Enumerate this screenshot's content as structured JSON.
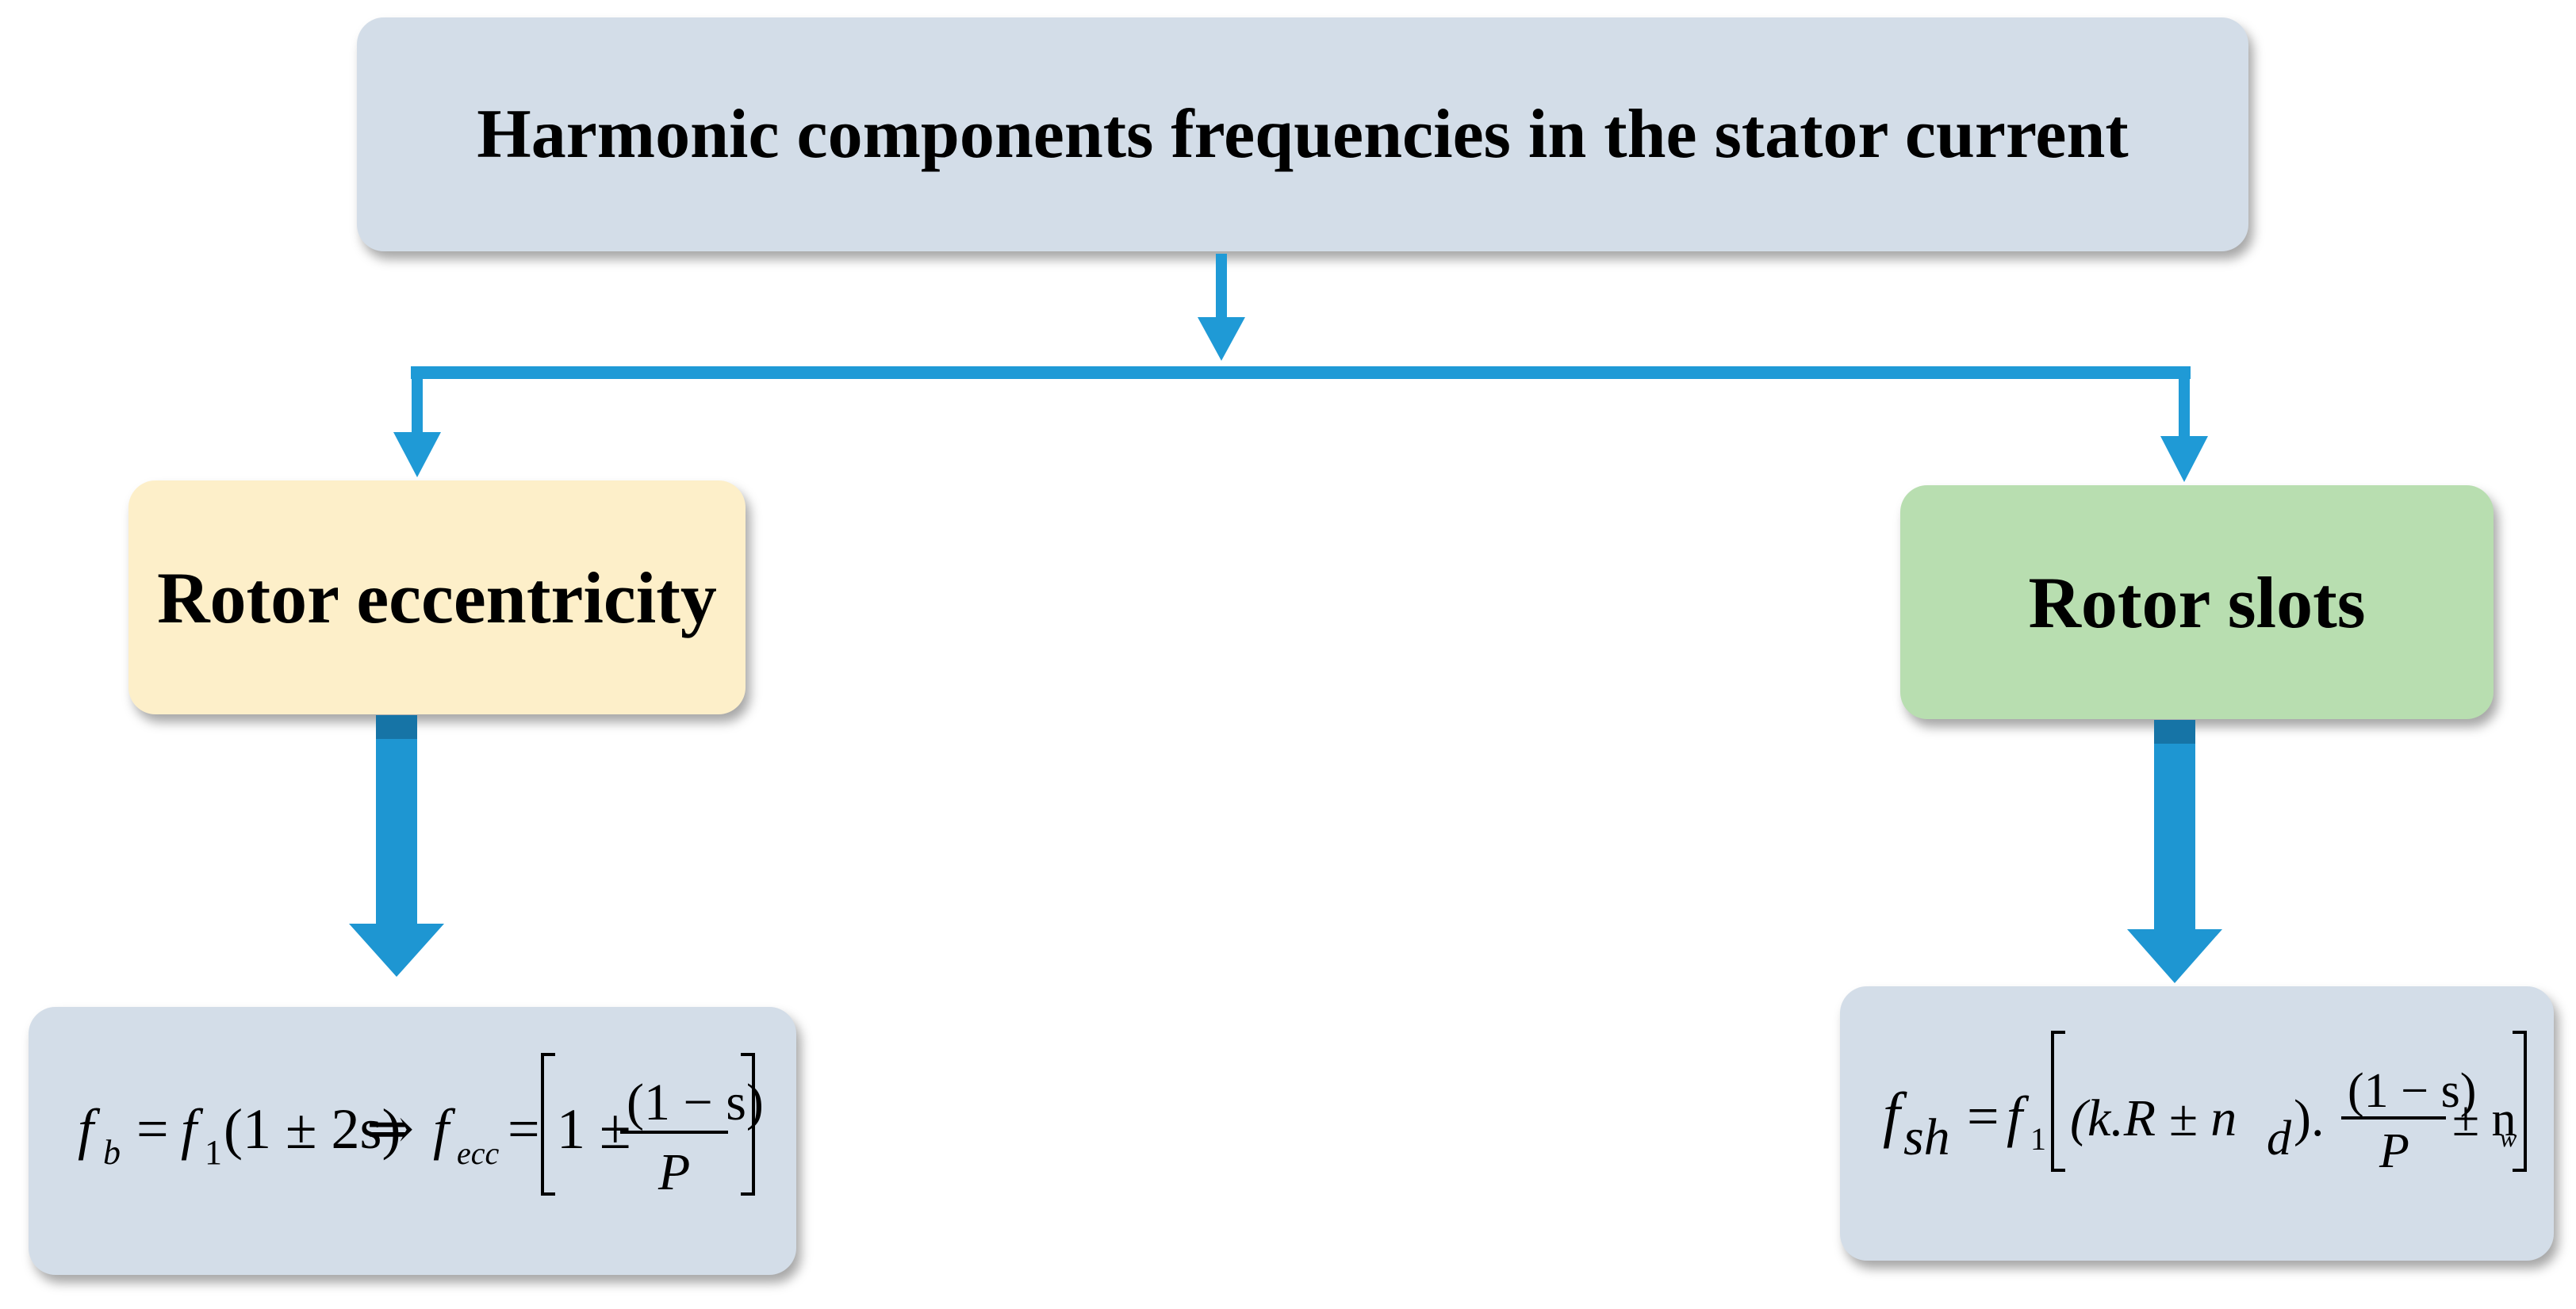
{
  "diagram": {
    "title": "Harmonic components frequencies in the stator current",
    "left_node": {
      "label": "Rotor eccentricity",
      "fill": "#fdefc9"
    },
    "right_node": {
      "label": "Rotor slots",
      "fill": "#b8deb0"
    },
    "connector_color": "#1f9ad6",
    "eq_box_fill": "#d3dde8",
    "equation_left": {
      "f": "f",
      "sub_b": "b",
      "eq": "=",
      "f1": "f",
      "sub_1": "1",
      "paren": "(1 ± 2s)",
      "implies": "⇒",
      "f2": "f",
      "sub_ecc": "ecc",
      "bracket_open": "[",
      "one_pm": "1 ±",
      "numerator": "(1 − s)",
      "denominator": "P",
      "bracket_close": "]"
    },
    "equation_right": {
      "f": "f",
      "sub_sh": "sh",
      "eq": "=",
      "f1": "f",
      "sub_1": "1",
      "bracket_open": "[",
      "term": "(k.R ± n",
      "sub_d": "d",
      "term_close": ").",
      "numerator": "(1 − s)",
      "denominator": "P",
      "pm_n": "± n",
      "sub_w": "w",
      "bracket_close": "]"
    }
  }
}
